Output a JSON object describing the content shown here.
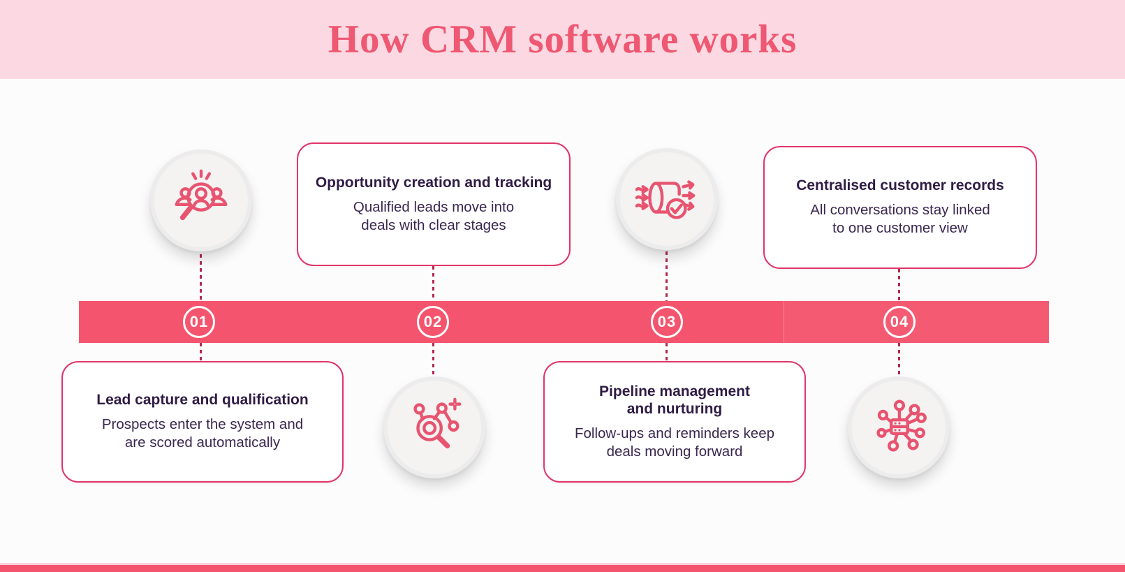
{
  "header": {
    "title": "How CRM software works"
  },
  "colors": {
    "header_bg": "#fcd9e2",
    "title_pink": "#ee5872",
    "bar_red": "#f4546d",
    "card_border": "#e0356a",
    "connector_dash": "#b2294d",
    "icon_stroke": "#e85470",
    "dark_text": "#2f1c45"
  },
  "timeline": {
    "steps": [
      {
        "number": "01",
        "title": "Lead capture and qualification",
        "description": "Prospects enter the system and are scored automatically",
        "icon": "lead-search-icon"
      },
      {
        "number": "02",
        "title": "Opportunity creation and tracking",
        "description": "Qualified leads move into deals with clear stages",
        "icon": "network-search-icon"
      },
      {
        "number": "03",
        "title": "Pipeline management and nurturing",
        "description": "Follow-ups and reminders keep deals moving forward",
        "icon": "pipeline-check-icon"
      },
      {
        "number": "04",
        "title": "Centralised customer records",
        "description": "All conversations stay linked to one customer view",
        "icon": "hub-network-icon"
      }
    ]
  }
}
